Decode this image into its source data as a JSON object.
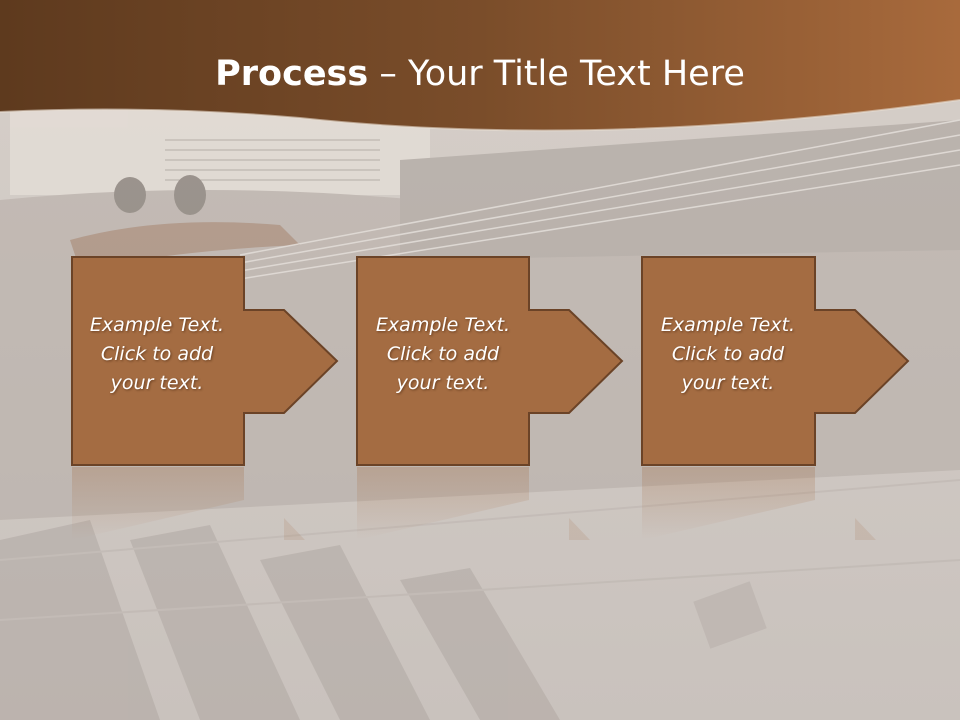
{
  "slide": {
    "title_bold": "Process",
    "title_rest": " – Your Title Text Here",
    "steps": [
      {
        "text": "Example Text.\nClick  to add\nyour text."
      },
      {
        "text": "Example Text.\nClick  to add\nyour text."
      },
      {
        "text": "Example Text.\nClick  to add\nyour text."
      }
    ]
  },
  "colors": {
    "header_dark": "#5e3a1e",
    "header_light": "#a86a3c",
    "box_fill": "#a46c42",
    "box_border": "#6b4327",
    "background": "#cfc9c4"
  }
}
